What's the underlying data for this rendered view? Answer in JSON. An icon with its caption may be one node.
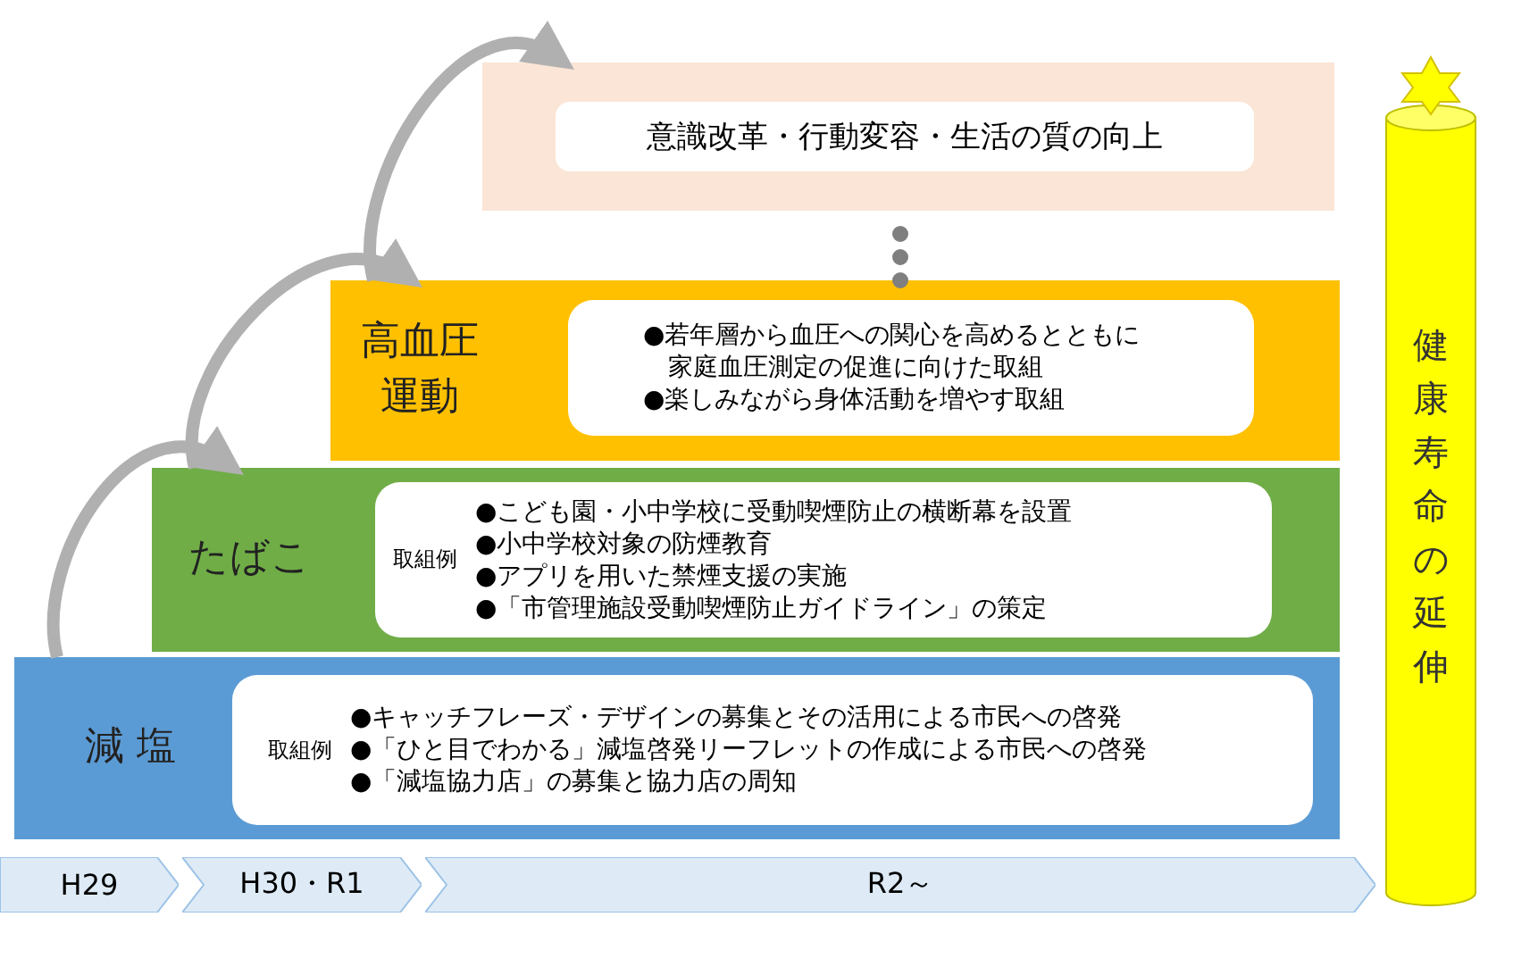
{
  "diagram": {
    "nodes": [
      {
        "text": [],
        "shape": "box"
      },
      {
        "text": [
          "意識改革・行動変容・生活の質の向上"
        ],
        "in": 0
      },
      {
        "text": [
          "高血圧運動"
        ]
      },
      {
        "text": [
          "●若年層から血圧への関心を高めるとともに家庭血圧測定の促進に向けた取組",
          "●楽しみながら身体活動を増やす取組"
        ],
        "in": 2
      },
      {
        "text": [
          "たばこ"
        ]
      },
      {
        "text": [
          "取組例",
          "●こども園・小中学校に受動喫煙防止の横断幕を設置",
          "●小中学校対象の防煙教育",
          "●アプリを用いた禁煙支援の実施",
          "●「市管理施設受動喫煙防止ガイドライン」の策定"
        ],
        "in": 4
      },
      {
        "text": [
          "減 塩"
        ]
      },
      {
        "text": [
          "取組例",
          "●キャッチフレーズ・デザインの募集とその活用による市民への啓発",
          "●「ひと目でわかる」減塩啓発リーフレットの作成による市民への啓発",
          "●「減塩協力店」の募集と協力店の周知"
        ],
        "in": 6
      },
      {
        "text": [
          "H29"
        ]
      },
      {
        "text": [
          "H30・R1"
        ]
      },
      {
        "text": [
          "R2～"
        ]
      },
      {
        "text": [
          "健康寿命の延伸"
        ]
      }
    ],
    "edges": [
      {
        "from": 6,
        "to": 4,
        "arrow": "to"
      },
      {
        "from": 4,
        "to": 2,
        "arrow": "to"
      },
      {
        "from": 2,
        "to": 0,
        "arrow": "to"
      },
      {
        "from": 2,
        "to": 0,
        "arrow": "none",
        "style": "dashed"
      }
    ]
  }
}
